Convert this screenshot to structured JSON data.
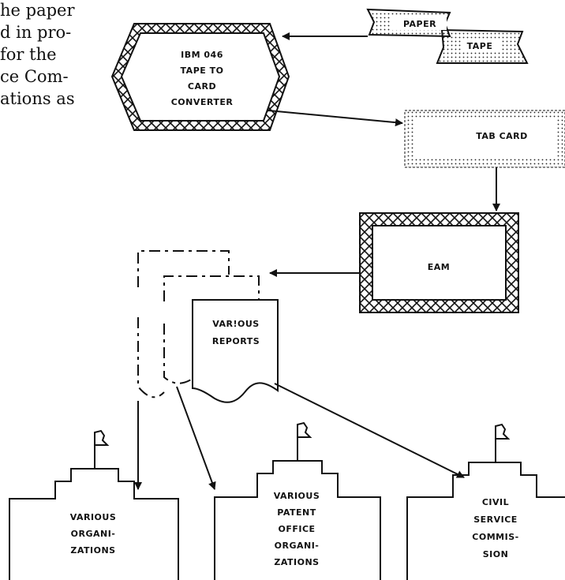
{
  "paragraph_fragment": [
    "he paper",
    "d in pro-",
    "for the",
    "ce Com-",
    "ations as"
  ],
  "nodes": {
    "converter": [
      "IBM 046",
      "TAPE TO",
      "CARD",
      "CONVERTER"
    ],
    "paper_tape": [
      "PAPER",
      "TAPE"
    ],
    "tab_card": [
      "TAB CARD"
    ],
    "eam": [
      "EAM"
    ],
    "reports": [
      "VAR!OUS",
      "REPORTS"
    ],
    "org1": [
      "VARIOUS",
      "ORGANI-",
      "ZATIONS"
    ],
    "org2": [
      "VARIOUS",
      "PATENT",
      "OFFICE",
      "ORGANI-",
      "ZATIONS"
    ],
    "org3": [
      "CIVIL",
      "SERVICE",
      "COMMIS-",
      "SION"
    ]
  }
}
